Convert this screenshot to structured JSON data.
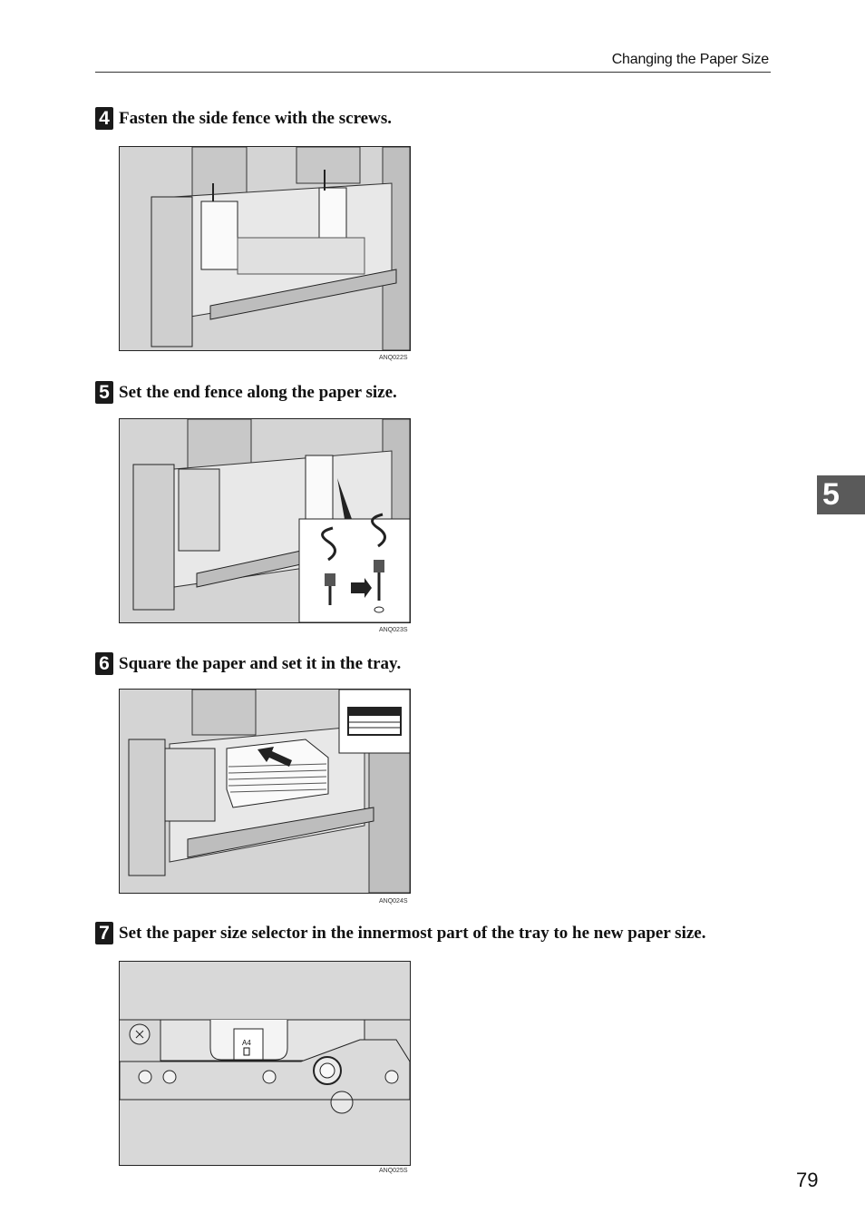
{
  "header": {
    "title": "Changing the Paper Size"
  },
  "steps": [
    {
      "number": "4",
      "text": "Fasten the side fence with the screws.",
      "figure_code": "ANQ022S"
    },
    {
      "number": "5",
      "text": "Set the end fence along the paper size.",
      "figure_code": "ANQ023S"
    },
    {
      "number": "6",
      "text": "Square the paper and set it in the tray.",
      "figure_code": "ANQ024S"
    },
    {
      "number": "7",
      "text": "Set the paper size selector in the innermost part of the tray to he new paper size.",
      "figure_code": "ANQ025S",
      "selector_label": "A4"
    }
  ],
  "chapter_tab": "5",
  "page_number": "79"
}
